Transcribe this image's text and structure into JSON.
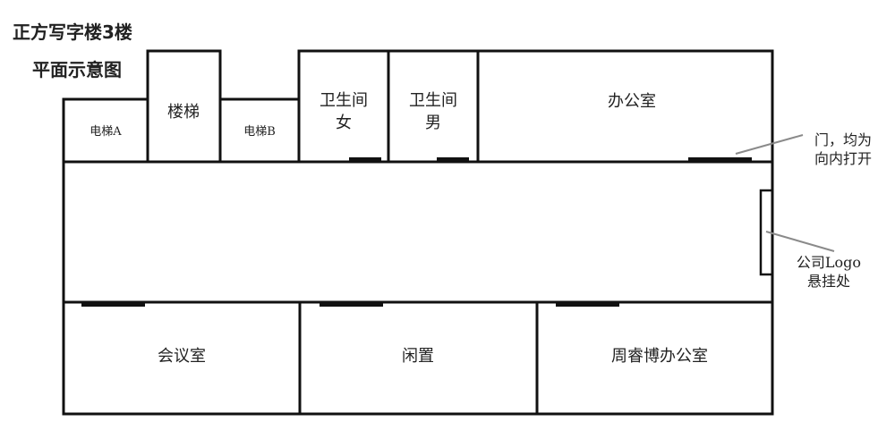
{
  "title": {
    "line1": "正方写字楼3楼",
    "line2": "平面示意图"
  },
  "rooms": {
    "elevator_a": "电梯A",
    "stairs": "楼梯",
    "elevator_b": "电梯B",
    "restroom_female_line1": "卫生间",
    "restroom_female_line2": "女",
    "restroom_male_line1": "卫生间",
    "restroom_male_line2": "男",
    "office": "办公室",
    "meeting_room": "会议室",
    "idle": "闲置",
    "zhou_office": "周睿博办公室"
  },
  "annotations": {
    "doors_line1": "门，均为",
    "doors_line2": "向内打开",
    "logo_line1": "公司Logo",
    "logo_line2": "悬挂处"
  },
  "colors": {
    "wall": "#111111",
    "leader": "#8a8a8a"
  }
}
